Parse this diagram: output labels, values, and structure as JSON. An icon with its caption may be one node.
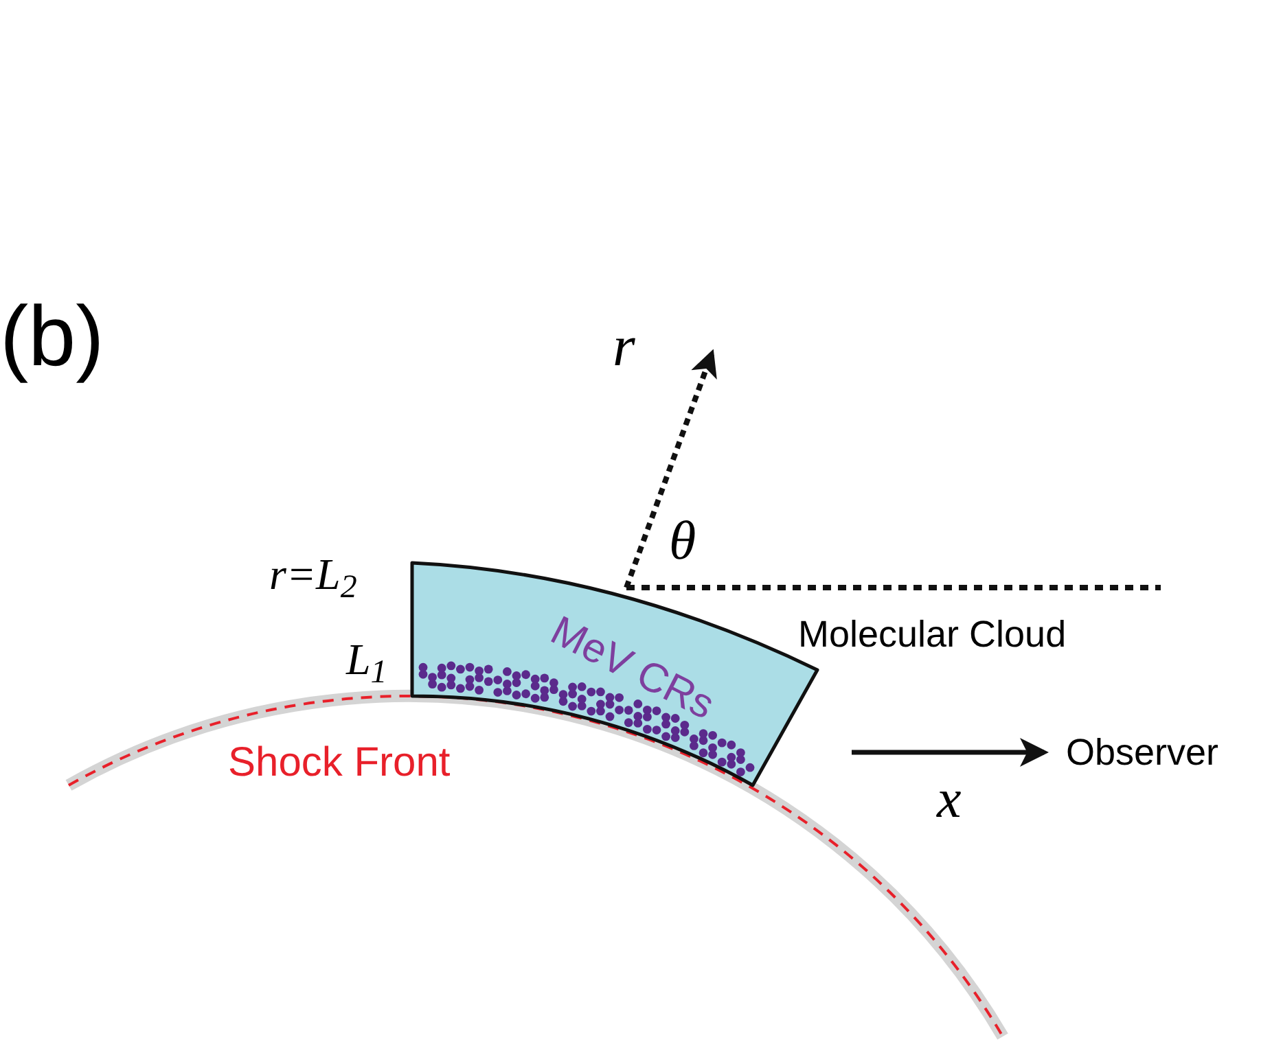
{
  "diagram": {
    "nodes": [
      {
        "text": [
          "MeV CRs"
        ],
        "beside": [
          "Molecular Cloud"
        ]
      }
    ],
    "labels": [
      "(b)",
      "r",
      "θ",
      "r=L$_{2}$",
      "L$_{1}$",
      "Shock Front",
      "Observer",
      "x"
    ]
  }
}
